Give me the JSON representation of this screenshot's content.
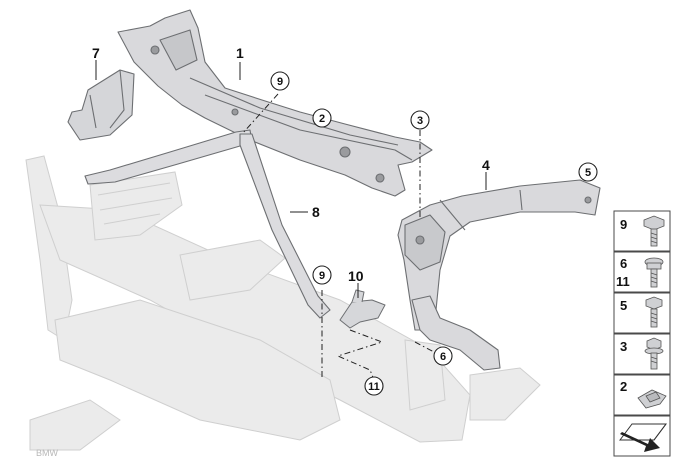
{
  "callouts": {
    "c1": "1",
    "c2": "2",
    "c3": "3",
    "c4": "4",
    "c5": "5",
    "c6": "6",
    "c7": "7",
    "c8": "8",
    "c9a": "9",
    "c9b": "9",
    "c10": "10",
    "c11": "11"
  },
  "side_panel": {
    "row1": "9",
    "row2a": "6",
    "row2b": "11",
    "row3": "5",
    "row4": "3",
    "row5": "2"
  },
  "watermark": "BMW",
  "colors": {
    "part_fill": "#d9d9dc",
    "part_edge": "#6d6f72",
    "ghost_fill": "#ebebeb",
    "ghost_edge": "#cfcfcf",
    "panel_border": "#4a4a4a"
  }
}
